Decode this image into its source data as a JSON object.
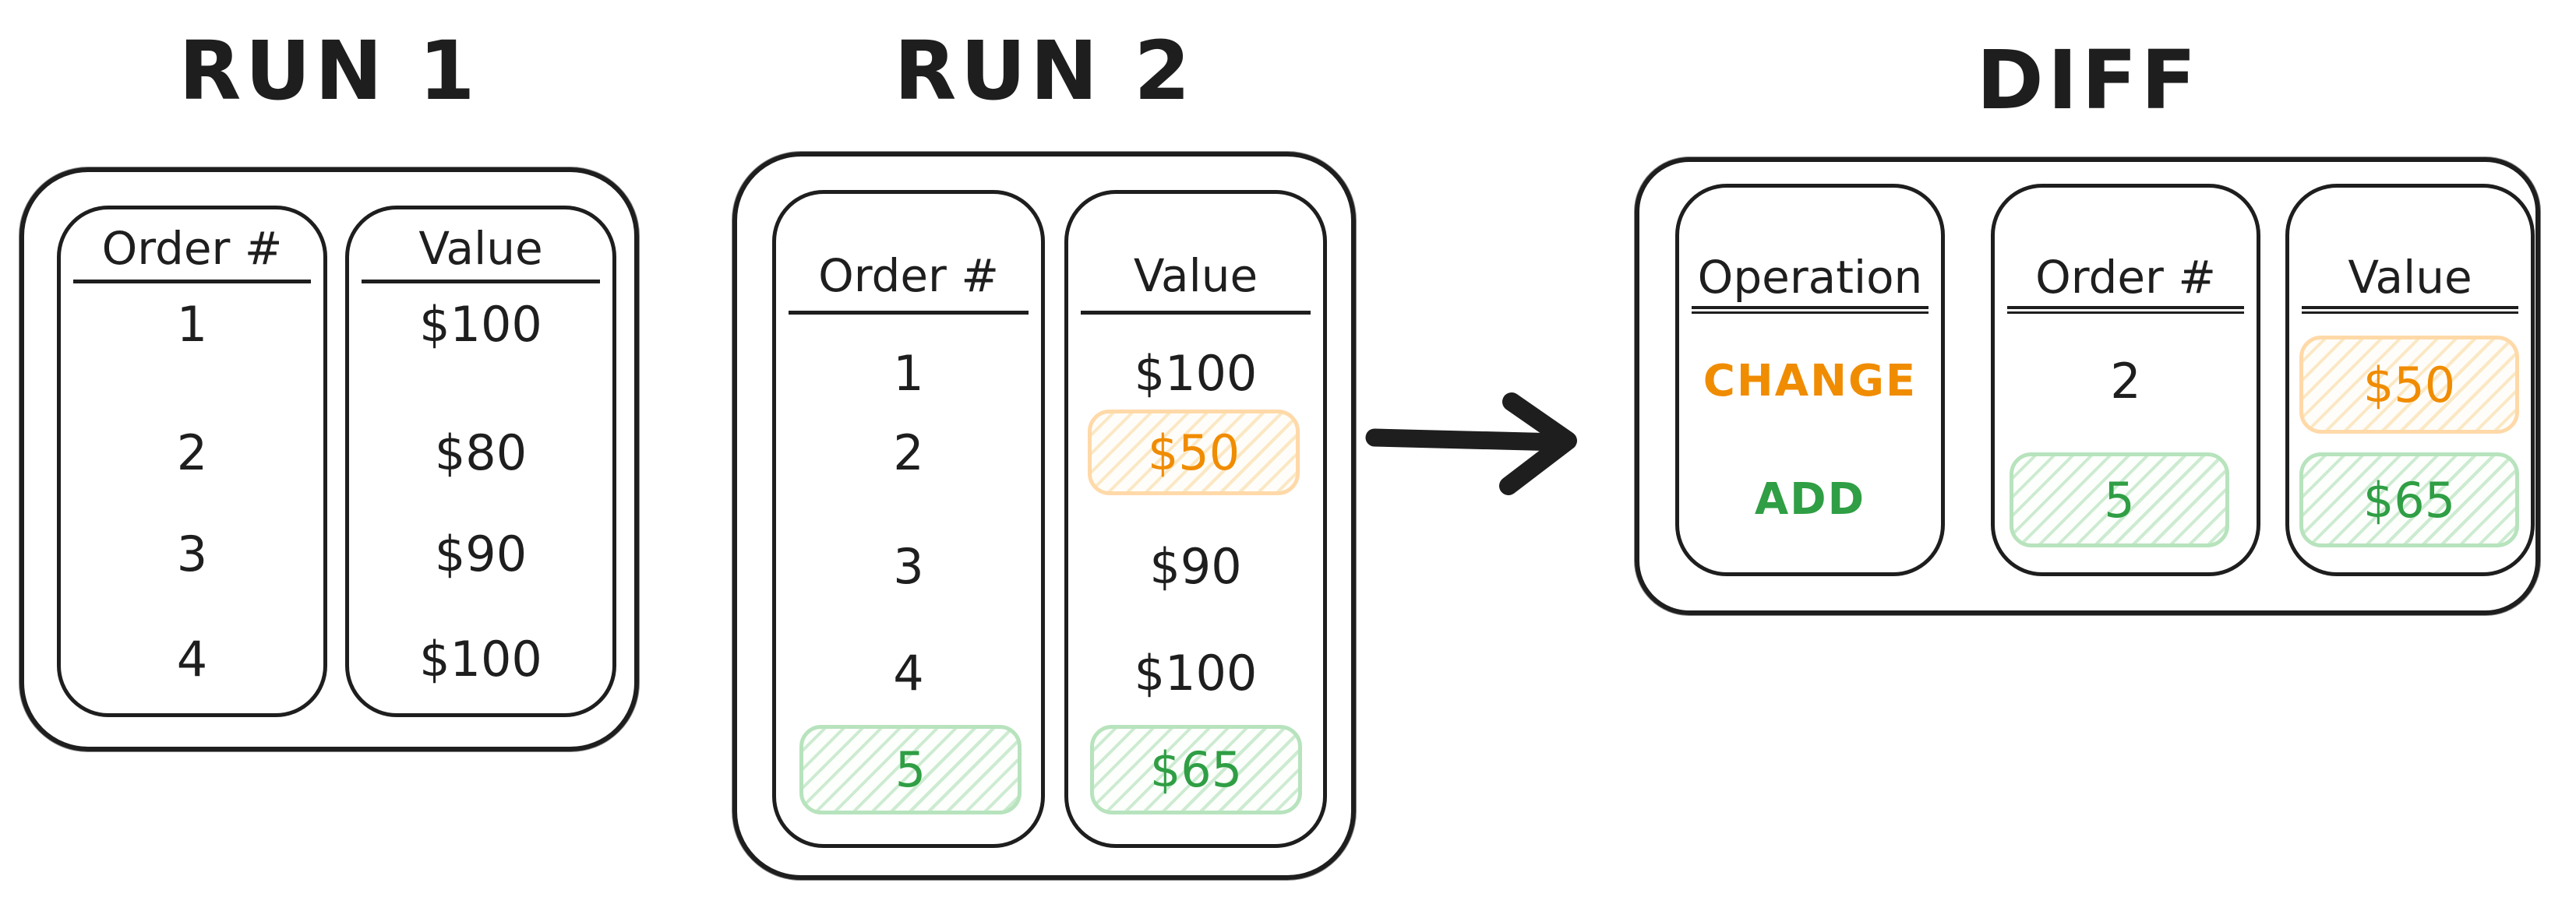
{
  "titles": {
    "run1": "RUN 1",
    "run2": "RUN 2",
    "diff": "DIFF"
  },
  "colors": {
    "ink": "#1e1e1e",
    "orange": "#f08c00",
    "orange_border": "#ffd9a8",
    "orange_hatch": "#fbe8c4",
    "green": "#2f9e44",
    "green_border": "#b7e3bd",
    "green_hatch": "#cdebd1",
    "background": "#ffffff"
  },
  "run1": {
    "columns": [
      {
        "header": "Order #",
        "cells": [
          {
            "text": "1"
          },
          {
            "text": "2"
          },
          {
            "text": "3"
          },
          {
            "text": "4"
          }
        ]
      },
      {
        "header": "Value",
        "cells": [
          {
            "text": "$100"
          },
          {
            "text": "$80"
          },
          {
            "text": "$90"
          },
          {
            "text": "$100"
          }
        ]
      }
    ]
  },
  "run2": {
    "columns": [
      {
        "header": "Order #",
        "cells": [
          {
            "text": "1"
          },
          {
            "text": "2"
          },
          {
            "text": "3"
          },
          {
            "text": "4"
          },
          {
            "text": "5",
            "highlight": "green"
          }
        ]
      },
      {
        "header": "Value",
        "cells": [
          {
            "text": "$100"
          },
          {
            "text": "$50",
            "highlight": "orange"
          },
          {
            "text": "$90"
          },
          {
            "text": "$100"
          },
          {
            "text": "$65",
            "highlight": "green"
          }
        ]
      }
    ]
  },
  "diff": {
    "columns": [
      {
        "header": "Operation",
        "cells": [
          {
            "text": "CHANGE",
            "color": "orange"
          },
          {
            "text": "ADD",
            "color": "green"
          }
        ]
      },
      {
        "header": "Order #",
        "cells": [
          {
            "text": "2"
          },
          {
            "text": "5",
            "highlight": "green"
          }
        ]
      },
      {
        "header": "Value",
        "cells": [
          {
            "text": "$50",
            "highlight": "orange"
          },
          {
            "text": "$65",
            "highlight": "green"
          }
        ]
      }
    ]
  },
  "arrow": {
    "meaning": "run2-to-diff"
  }
}
